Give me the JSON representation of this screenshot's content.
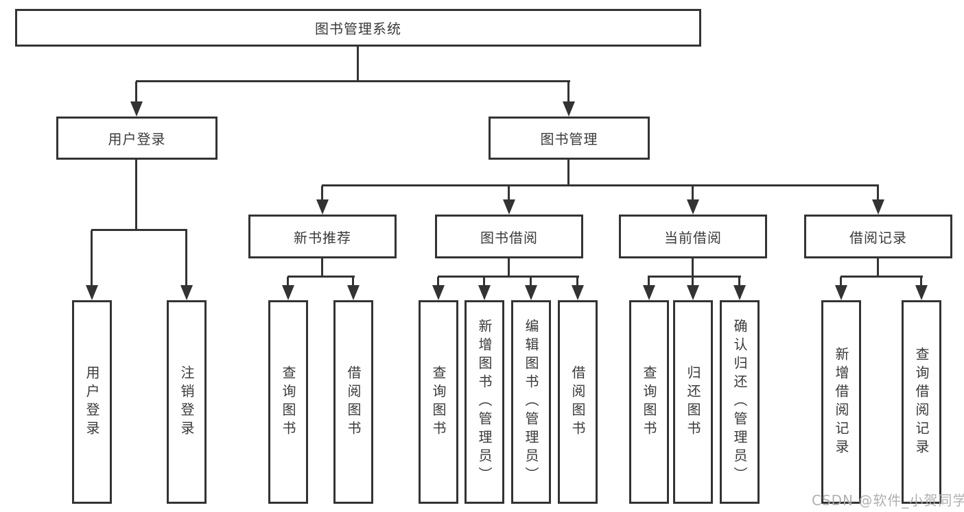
{
  "diagram": {
    "title": "图书管理系统",
    "nodes": {
      "root": "图书管理系统",
      "user_login": "用户登录",
      "book_mgmt": "图书管理",
      "new_book_rec": "新书推荐",
      "book_borrow": "图书借阅",
      "current_borrow": "当前借阅",
      "borrow_records": "借阅记录",
      "leaf_user_login": "用户登录",
      "leaf_logout": "注销登录",
      "leaf_nbr_query_book": "查询图书",
      "leaf_nbr_borrow_book": "借阅图书",
      "leaf_bb_query_book": "查询图书",
      "leaf_bb_add_book": "新增图书（管理员）",
      "leaf_bb_edit_book": "编辑图书（管理员）",
      "leaf_bb_borrow_book": "借阅图书",
      "leaf_cb_query_book": "查询图书",
      "leaf_cb_return_book": "归还图书",
      "leaf_cb_confirm_return": "确认归还（管理员）",
      "leaf_br_add_record": "新增借阅记录",
      "leaf_br_query_record": "查询借阅记录"
    }
  },
  "watermark": "CSDN @软件_小贺同学",
  "colors": {
    "line": "#333333",
    "text": "#3a3a3a",
    "box_fill": "#ffffff",
    "background": "#ffffff",
    "watermark": "#acacac"
  }
}
